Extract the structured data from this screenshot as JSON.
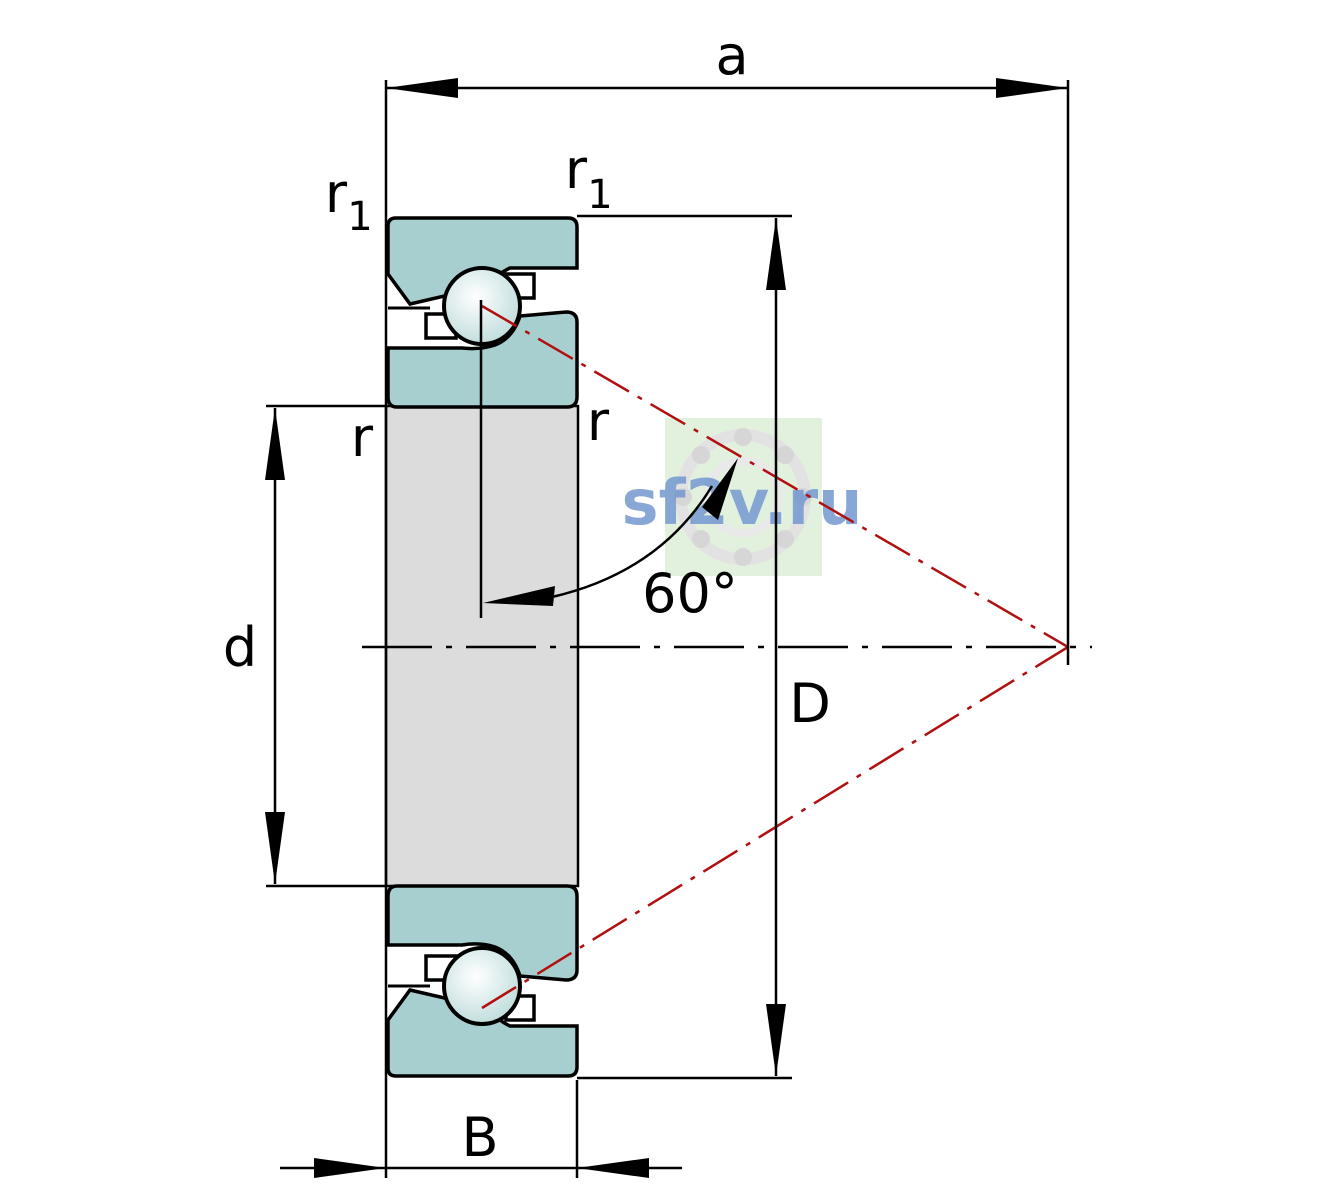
{
  "labels": {
    "a": "a",
    "r1_left": "r",
    "r1_left_sub": "1",
    "r1_right": "r",
    "r1_right_sub": "1",
    "r_left": "r",
    "r_right": "r",
    "d": "d",
    "D": "D",
    "B": "B",
    "angle": "60°"
  },
  "watermark": {
    "text": "sf2v.ru",
    "color": "#5b86c8",
    "badge_color": "#c8e6c0"
  },
  "colors": {
    "ring_fill": "#a8cfcf",
    "bore_fill": "#dcdcdc",
    "ball_fill": "#e4f2f0",
    "outline": "#000000",
    "contact_line": "#b01010"
  }
}
